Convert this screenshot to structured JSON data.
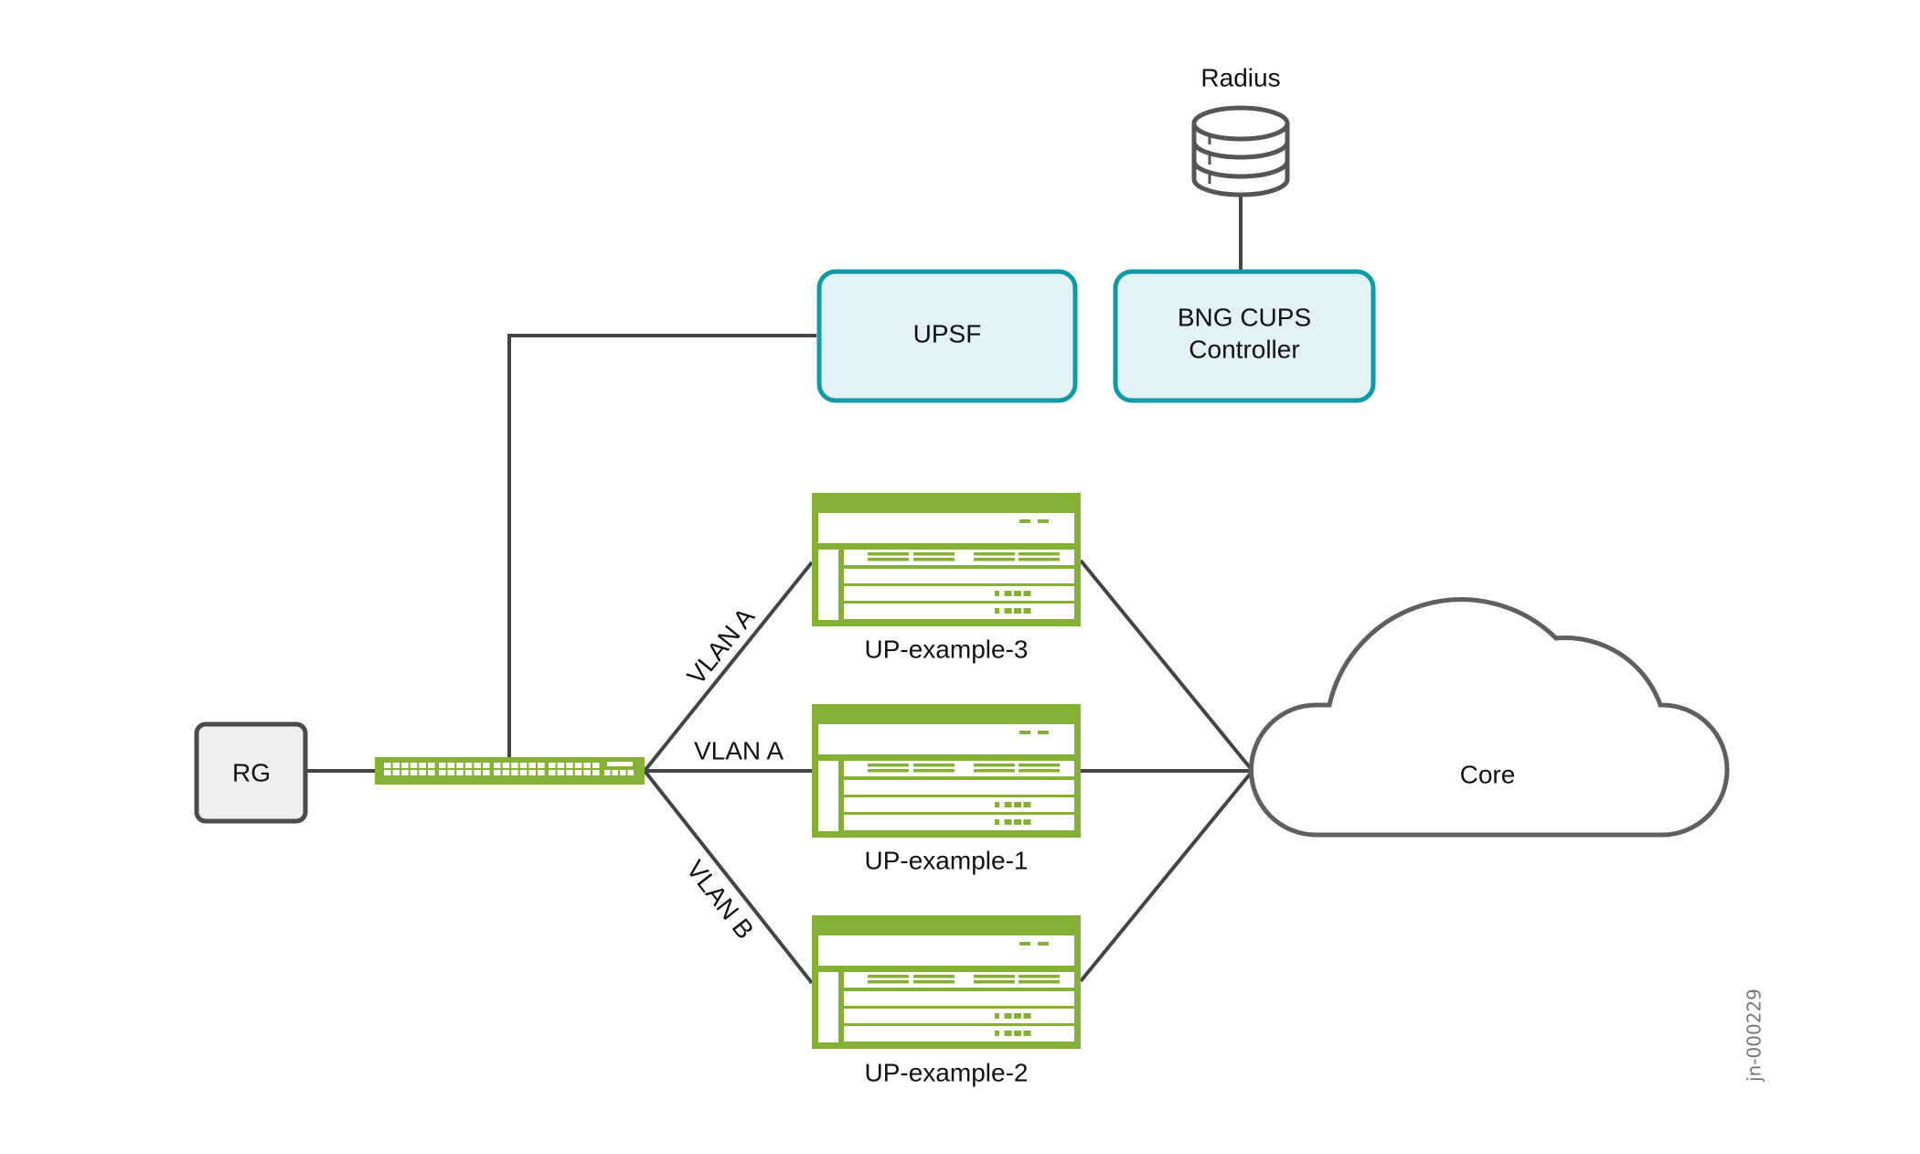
{
  "diagram": {
    "figure_id": "jn-000229",
    "colors": {
      "device_green": "#84b135",
      "controller_border": "#0f9aa5",
      "controller_fill": "#e1f1f5",
      "rg_fill": "#eeeeee",
      "rg_border": "#4a4a4a",
      "link": "#444444",
      "cloud_stroke": "#5f5f5f",
      "db_stroke": "#555555"
    },
    "nodes": {
      "radius": {
        "label": "Radius",
        "icon": "database-icon"
      },
      "upsf": {
        "label": "UPSF"
      },
      "bng": {
        "label_line1": "BNG CUPS",
        "label_line2": "Controller"
      },
      "rg": {
        "label": "RG"
      },
      "switch": {
        "icon": "access-switch-icon"
      },
      "up3": {
        "label": "UP-example-3",
        "icon": "router-chassis-icon"
      },
      "up1": {
        "label": "UP-example-1",
        "icon": "router-chassis-icon"
      },
      "up2": {
        "label": "UP-example-2",
        "icon": "router-chassis-icon"
      },
      "core": {
        "label": "Core",
        "icon": "cloud-icon"
      }
    },
    "links": [
      {
        "from": "RG",
        "to": "Switch",
        "label": ""
      },
      {
        "from": "Switch",
        "to": "UPSF",
        "label": ""
      },
      {
        "from": "Radius",
        "to": "BNG CUPS Controller",
        "label": ""
      },
      {
        "from": "Switch",
        "to": "UP-example-3",
        "label": "VLAN A"
      },
      {
        "from": "Switch",
        "to": "UP-example-1",
        "label": "VLAN A"
      },
      {
        "from": "Switch",
        "to": "UP-example-2",
        "label": "VLAN B"
      },
      {
        "from": "UP-example-3",
        "to": "Core",
        "label": ""
      },
      {
        "from": "UP-example-1",
        "to": "Core",
        "label": ""
      },
      {
        "from": "UP-example-2",
        "to": "Core",
        "label": ""
      }
    ],
    "link_labels": {
      "up3": "VLAN A",
      "up1": "VLAN A",
      "up2": "VLAN B"
    }
  }
}
